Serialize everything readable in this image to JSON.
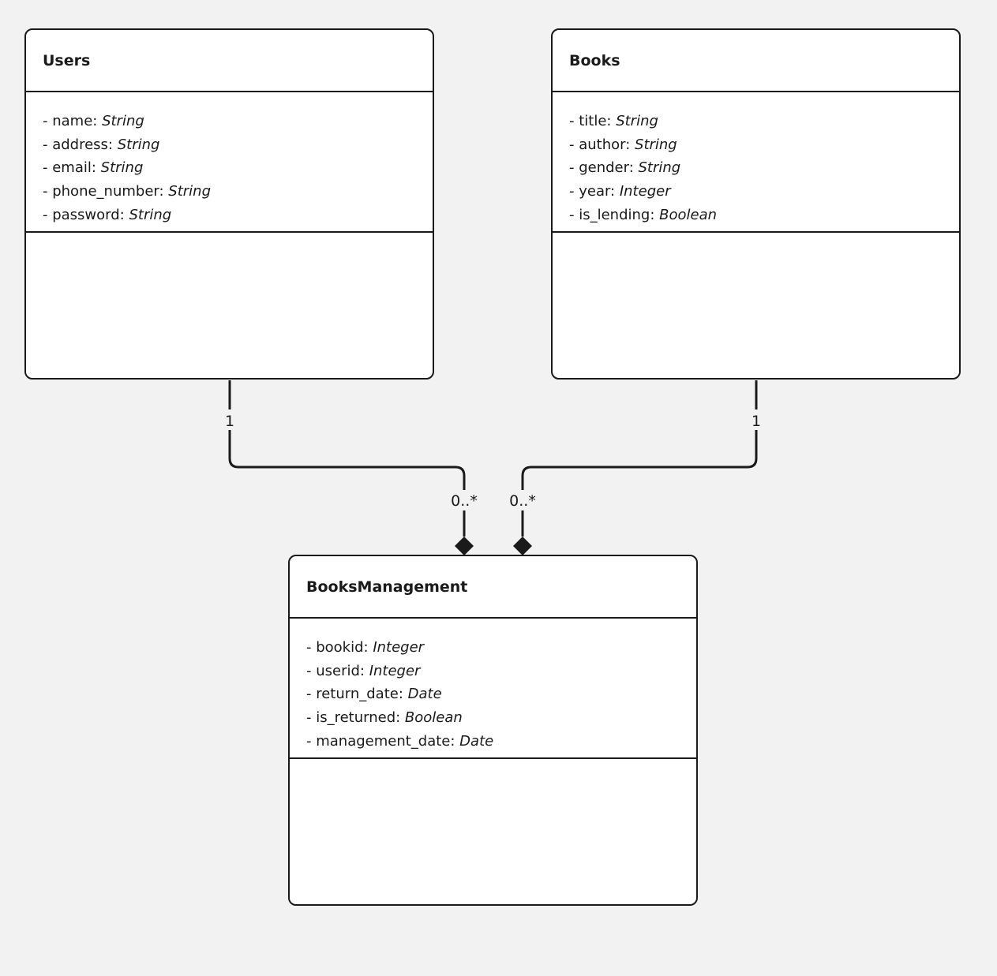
{
  "classes": [
    {
      "name": "Users",
      "attributes": [
        {
          "prefix": "- name: ",
          "type": "String"
        },
        {
          "prefix": "- address: ",
          "type": "String"
        },
        {
          "prefix": "- email: ",
          "type": "String"
        },
        {
          "prefix": "- phone_number: ",
          "type": "String"
        },
        {
          "prefix": "- password: ",
          "type": "String"
        }
      ]
    },
    {
      "name": "Books",
      "attributes": [
        {
          "prefix": "- title: ",
          "type": "String"
        },
        {
          "prefix": "- author: ",
          "type": "String"
        },
        {
          "prefix": "- gender: ",
          "type": "String"
        },
        {
          "prefix": "- year: ",
          "type": "Integer"
        },
        {
          "prefix": "- is_lending: ",
          "type": "Boolean"
        }
      ]
    },
    {
      "name": "BooksManagement",
      "attributes": [
        {
          "prefix": "- bookid: ",
          "type": "Integer"
        },
        {
          "prefix": "- userid: ",
          "type": "Integer"
        },
        {
          "prefix": "- return_date: ",
          "type": "Date"
        },
        {
          "prefix": "- is_returned: ",
          "type": "Boolean"
        },
        {
          "prefix": "- management_date: ",
          "type": "Date"
        }
      ]
    }
  ],
  "associations": [
    {
      "source_multiplicity": "1",
      "target_multiplicity": "0..*"
    },
    {
      "source_multiplicity": "1",
      "target_multiplicity": "0..*"
    }
  ]
}
